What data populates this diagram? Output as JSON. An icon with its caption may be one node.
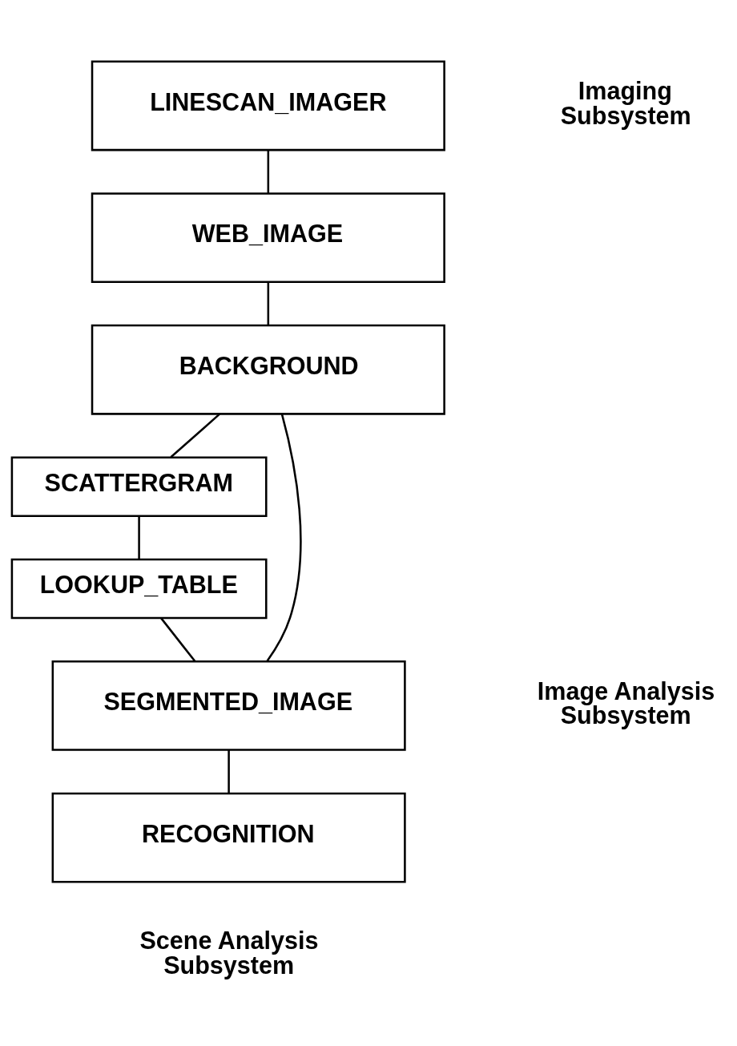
{
  "diagram": {
    "nodes": [
      {
        "text": [
          "LINESCAN_IMAGER"
        ]
      },
      {
        "text": [
          "WEB_IMAGE"
        ]
      },
      {
        "text": [
          "BACKGROUND"
        ]
      },
      {
        "text": [
          "SCATTERGRAM"
        ]
      },
      {
        "text": [
          "LOOKUP_TABLE"
        ]
      },
      {
        "text": [
          "SEGMENTED_IMAGE"
        ]
      },
      {
        "text": [
          "RECOGNITION"
        ]
      }
    ],
    "edges": [
      {
        "from": 0,
        "to": 1,
        "arrow": "none"
      },
      {
        "from": 1,
        "to": 2,
        "arrow": "none"
      },
      {
        "from": 2,
        "to": 3,
        "arrow": "none"
      },
      {
        "from": 3,
        "to": 4,
        "arrow": "none"
      },
      {
        "from": 4,
        "to": 5,
        "arrow": "none"
      },
      {
        "from": 2,
        "to": 5,
        "arrow": "none"
      },
      {
        "from": 5,
        "to": 6,
        "arrow": "none"
      }
    ],
    "labels": [
      "Imaging Subsystem",
      "Image Analysis Subsystem",
      "Scene Analysis Subsystem"
    ]
  }
}
